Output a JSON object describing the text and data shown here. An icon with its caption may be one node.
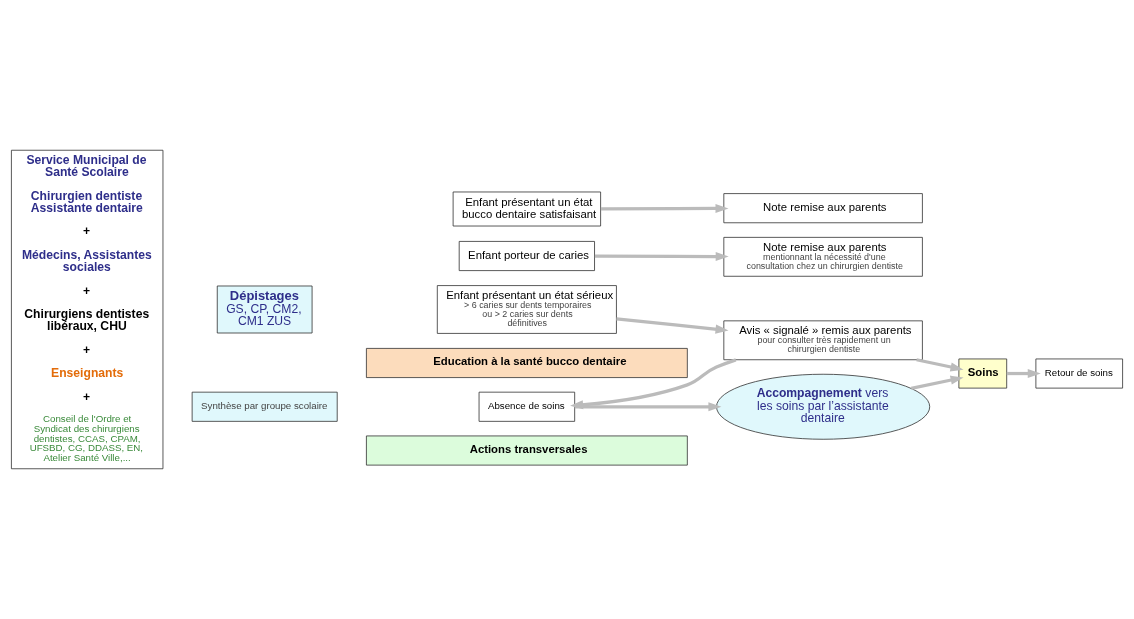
{
  "diagram": {
    "nodes": [
      {
        "text": [
          "Service Municipal de Santé Scolaire",
          "Chirurgien dentiste Assistante dentaire",
          "+",
          "Médecins, Assistantes sociales",
          "+",
          "Chirurgiens dentistes libéraux, CHU",
          "+",
          "Enseignants",
          "+",
          "Conseil de l'Ordre et Syndicat des chirurgiens dentistes, CCAS, CPAM, UFSBD, CG, DDASS, EN, Atelier Santé Ville,..."
        ]
      },
      {
        "text": [
          "Dépistages",
          "GS, CP, CM2, CM1 ZUS"
        ]
      },
      {
        "text": [
          "Enfant présentant un état bucco dentaire satisfaisant"
        ]
      },
      {
        "text": [
          "Note remise aux parents"
        ]
      },
      {
        "text": [
          "Enfant porteur de caries"
        ]
      },
      {
        "text": [
          "Note remise aux parents",
          "mentionnant la nécessité d'une consultation chez un chirurgien dentiste"
        ]
      },
      {
        "text": [
          "Enfant présentant un état sérieux",
          "> 6 caries sur dents temporaires ou > 2 caries sur dents définitives"
        ]
      },
      {
        "text": [
          "Avis « signalé » remis aux parents",
          "pour consulter très rapidement un chirurgien dentiste"
        ]
      },
      {
        "text": [
          "Synthèse par groupe scolaire"
        ]
      },
      {
        "text": [
          "Retour de soins"
        ]
      },
      {
        "text": [
          "Absence de soins"
        ]
      },
      {
        "text": [
          "**Accompagnement** vers les soins par l’assistante dentaire"
        ]
      },
      {
        "text": [
          "Soins"
        ]
      },
      {
        "text": [
          "Education à la santé bucco dentaire"
        ]
      },
      {
        "text": [
          "Actions transversales"
        ]
      }
    ],
    "edges": [
      {
        "from": 2,
        "to": 3,
        "arrow": "to"
      },
      {
        "from": 4,
        "to": 5,
        "arrow": "to"
      },
      {
        "from": 6,
        "to": 7,
        "arrow": "to"
      },
      {
        "from": 7,
        "to": 10,
        "arrow": "to"
      },
      {
        "from": 7,
        "to": 12,
        "arrow": "to"
      },
      {
        "from": 10,
        "to": 11,
        "arrow": "to"
      },
      {
        "from": 11,
        "to": 12,
        "arrow": "to"
      },
      {
        "from": 12,
        "to": 9,
        "arrow": "to"
      }
    ]
  }
}
